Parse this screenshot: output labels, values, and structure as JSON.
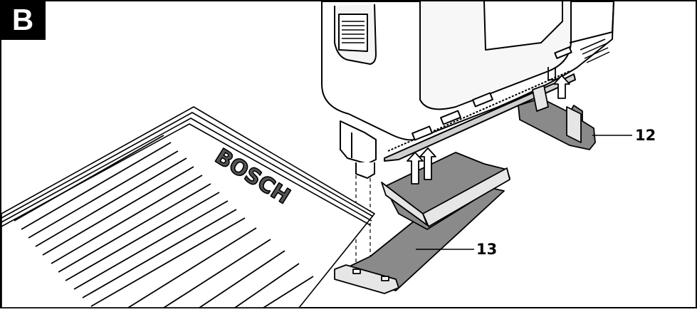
{
  "figure": {
    "label": "B",
    "brand_text": "BOSCH",
    "callouts": [
      {
        "id": "12"
      },
      {
        "id": "13"
      }
    ]
  },
  "colors": {
    "fill_gray": "#8a8a8a",
    "light_gray": "#e6e6e6",
    "line": "#000000"
  }
}
